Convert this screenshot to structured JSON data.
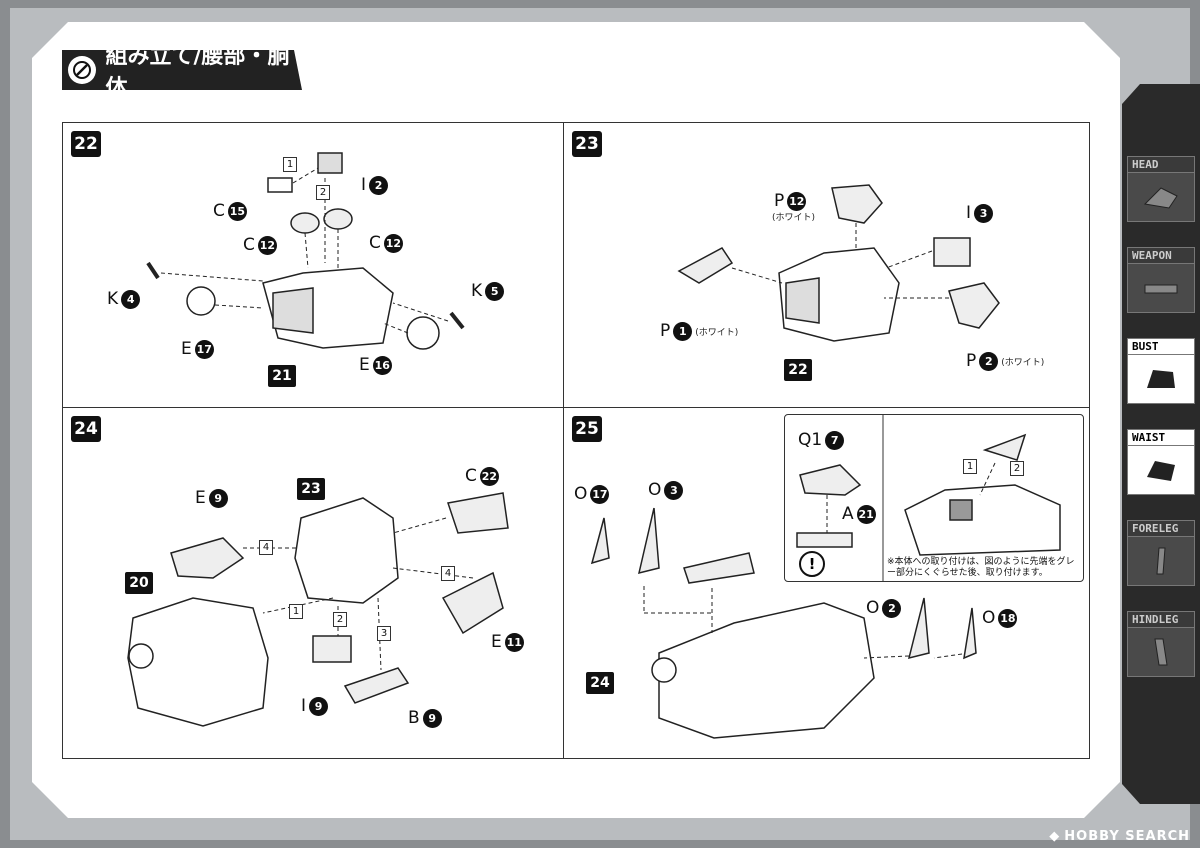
{
  "title": "組み立て/腰部・胴体",
  "sidebar": {
    "tabs": [
      {
        "label": "HEAD",
        "active": false
      },
      {
        "label": "WEAPON",
        "active": false
      },
      {
        "label": "BUST",
        "active": true
      },
      {
        "label": "WAIST",
        "active": true
      },
      {
        "label": "FORELEG",
        "active": false
      },
      {
        "label": "HINDLEG",
        "active": false
      }
    ]
  },
  "steps": {
    "s22": {
      "number": "22",
      "result": "21",
      "order_marks": [
        "1",
        "2"
      ],
      "parts": [
        {
          "letter": "I",
          "num": "2"
        },
        {
          "letter": "C",
          "num": "15"
        },
        {
          "letter": "C",
          "num": "12"
        },
        {
          "letter": "C",
          "num": "12"
        },
        {
          "letter": "K",
          "num": "4"
        },
        {
          "letter": "K",
          "num": "5"
        },
        {
          "letter": "E",
          "num": "17"
        },
        {
          "letter": "E",
          "num": "16"
        }
      ]
    },
    "s23": {
      "number": "23",
      "result": "22",
      "parts": [
        {
          "letter": "P",
          "num": "12",
          "note": "(ホワイト)"
        },
        {
          "letter": "I",
          "num": "3",
          "note": ""
        },
        {
          "letter": "P",
          "num": "1",
          "note": "(ホワイト)"
        },
        {
          "letter": "P",
          "num": "2",
          "note": "(ホワイト)"
        }
      ]
    },
    "s24": {
      "number": "24",
      "base": "23",
      "result": "20",
      "order_marks": [
        "4",
        "4",
        "1",
        "2",
        "3"
      ],
      "parts": [
        {
          "letter": "E",
          "num": "9"
        },
        {
          "letter": "C",
          "num": "22"
        },
        {
          "letter": "E",
          "num": "11"
        },
        {
          "letter": "I",
          "num": "9"
        },
        {
          "letter": "B",
          "num": "9"
        }
      ]
    },
    "s25": {
      "number": "25",
      "result": "24",
      "order_marks": [
        "1",
        "2"
      ],
      "parts": [
        {
          "letter": "O",
          "num": "17"
        },
        {
          "letter": "O",
          "num": "3"
        },
        {
          "letter": "Q1",
          "num": "7"
        },
        {
          "letter": "A",
          "num": "21"
        },
        {
          "letter": "O",
          "num": "2"
        },
        {
          "letter": "O",
          "num": "18"
        }
      ],
      "warning": "!",
      "caption": "※本体への取り付けは、図のように先端をグレー部分にくぐらせた後、取り付けます。"
    }
  },
  "footer": {
    "brand": "HOBBY SEARCH"
  }
}
